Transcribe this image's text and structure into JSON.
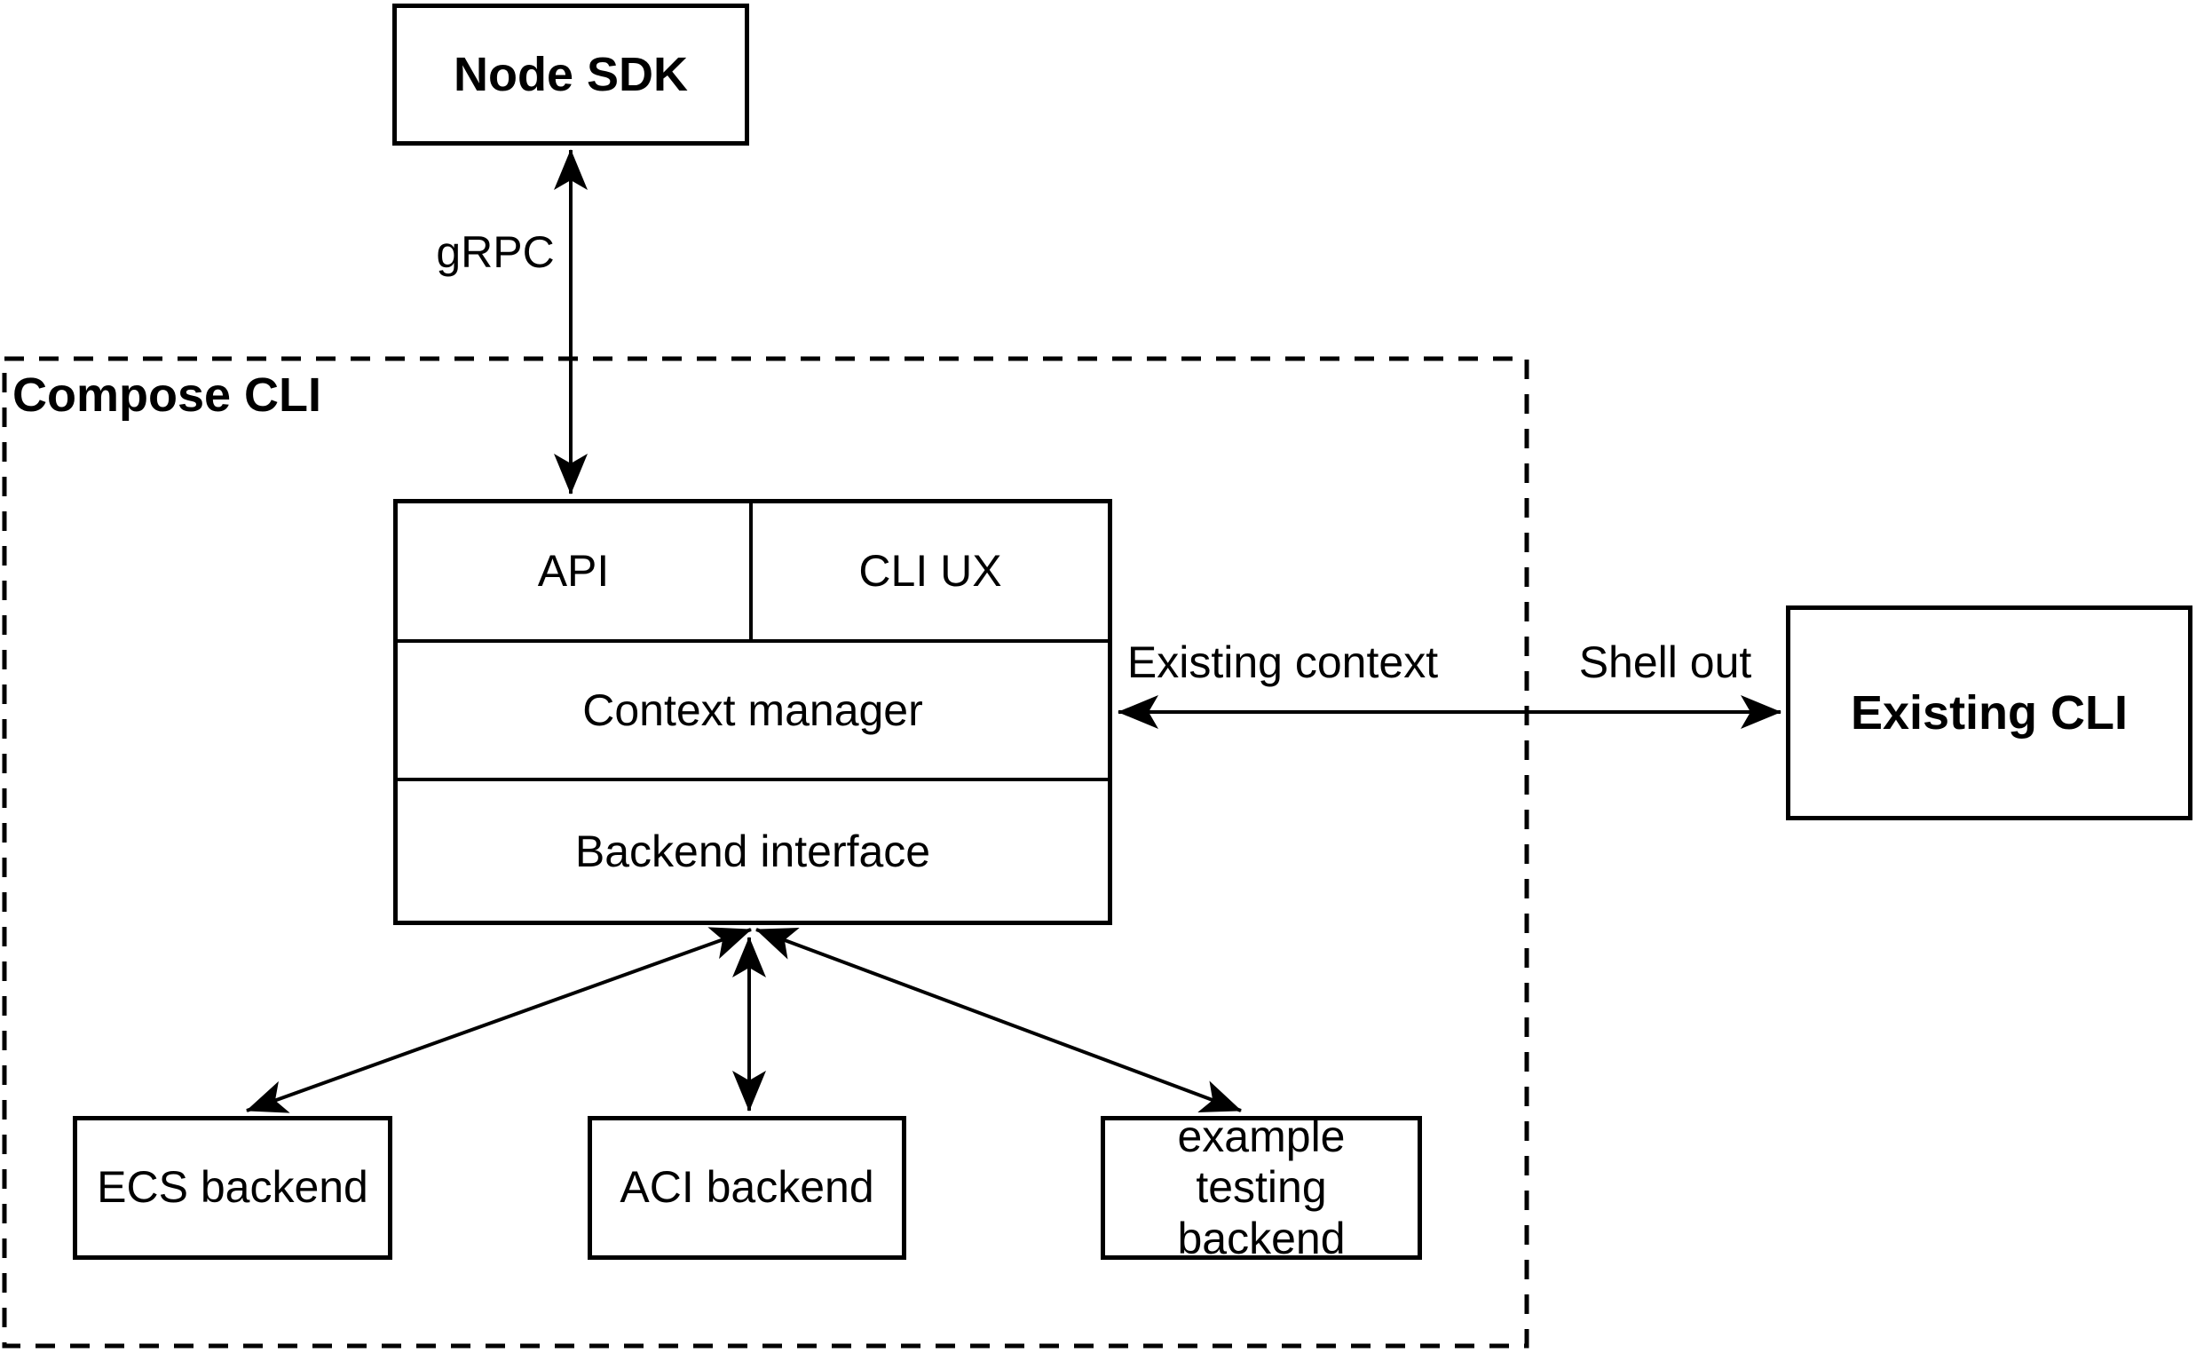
{
  "diagram": {
    "title": "Compose CLI architecture diagram",
    "colors": {
      "line": "#000000",
      "background": "#ffffff",
      "box_fill": "#ffffff",
      "text": "#000000"
    },
    "nodes": {
      "node_sdk": {
        "label": "Node SDK",
        "style": "bold"
      },
      "compose_cli_group": {
        "label": "Compose CLI",
        "style": "bold dashed-container"
      },
      "api": {
        "label": "API"
      },
      "cli_ux": {
        "label": "CLI UX"
      },
      "context_manager": {
        "label": "Context manager"
      },
      "backend_interface": {
        "label": "Backend interface"
      },
      "existing_cli": {
        "label": "Existing CLI",
        "style": "bold"
      },
      "ecs_backend": {
        "label": "ECS backend"
      },
      "aci_backend": {
        "label": "ACI backend"
      },
      "example_testing_backend": {
        "label": "example testing backend"
      }
    },
    "edges": {
      "grpc": {
        "label": "gRPC",
        "from": "node_sdk",
        "to": "api",
        "direction": "bidirectional"
      },
      "existing_context_shell_out": {
        "label_left": "Existing context",
        "label_right": "Shell out",
        "from": "context_manager",
        "to": "existing_cli",
        "direction": "bidirectional"
      },
      "backend_to_ecs": {
        "from": "backend_interface",
        "to": "ecs_backend",
        "direction": "bidirectional"
      },
      "backend_to_aci": {
        "from": "backend_interface",
        "to": "aci_backend",
        "direction": "bidirectional"
      },
      "backend_to_example": {
        "from": "backend_interface",
        "to": "example_testing_backend",
        "direction": "bidirectional"
      }
    }
  }
}
